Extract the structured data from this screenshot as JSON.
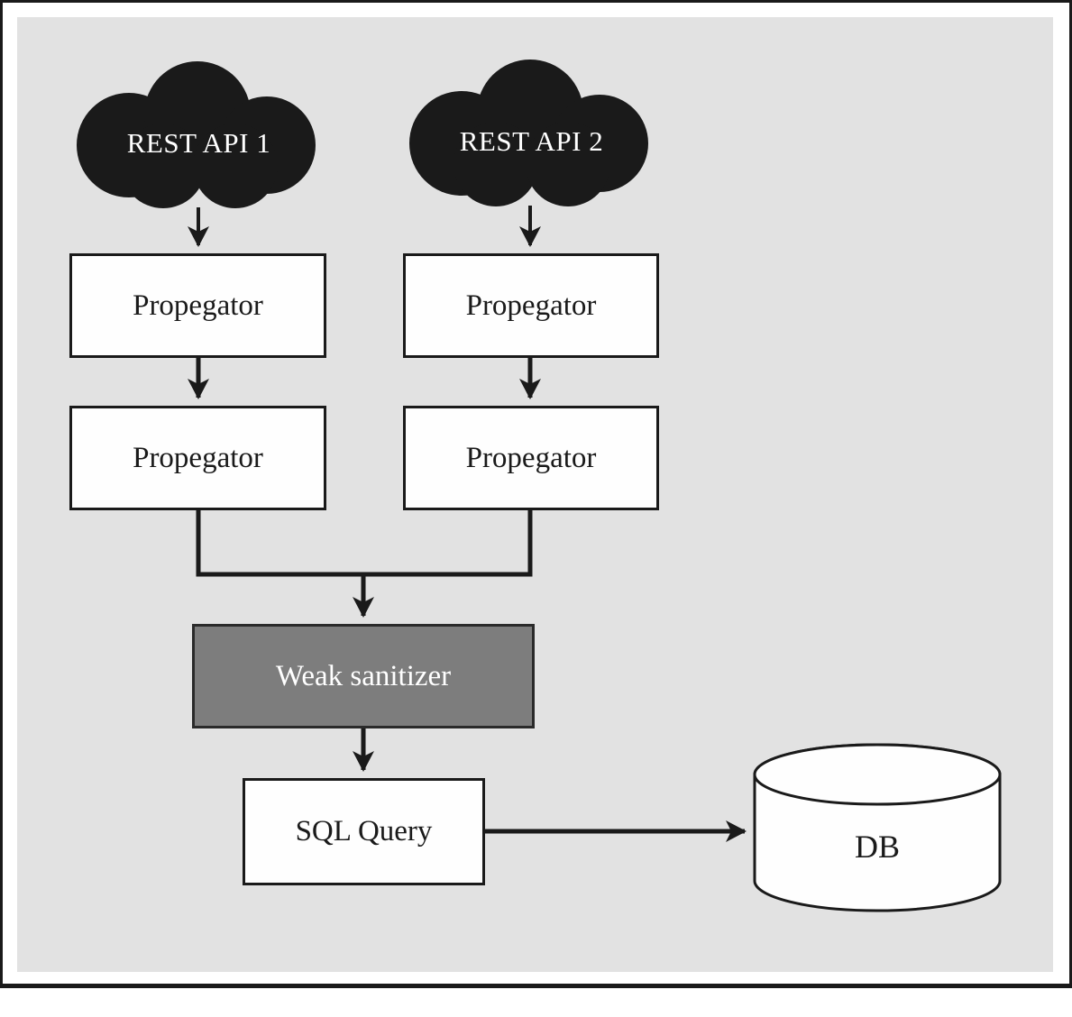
{
  "diagram": {
    "description": "Taint-flow diagram: two REST API sources propagate through propagator nodes into a weak sanitizer, producing a SQL query executed against a database",
    "colors": {
      "panel_background": "#e2e2e2",
      "frame_border": "#1a1a1a",
      "cloud_fill": "#1a1a1a",
      "box_fill": "#fefefe",
      "sanitizer_fill": "#7d7d7d",
      "line_color": "#1a1a1a",
      "text_dark": "#1a1a1a",
      "text_light": "#ffffff"
    },
    "nodes": {
      "rest_api_1": {
        "label": "REST API 1",
        "shape": "cloud"
      },
      "rest_api_2": {
        "label": "REST API 2",
        "shape": "cloud"
      },
      "propagator_left_1": {
        "label": "Propegator",
        "shape": "rectangle"
      },
      "propagator_left_2": {
        "label": "Propegator",
        "shape": "rectangle"
      },
      "propagator_right_1": {
        "label": "Propegator",
        "shape": "rectangle"
      },
      "propagator_right_2": {
        "label": "Propegator",
        "shape": "rectangle"
      },
      "weak_sanitizer": {
        "label": "Weak sanitizer",
        "shape": "rectangle"
      },
      "sql_query": {
        "label": "SQL Query",
        "shape": "rectangle"
      },
      "db": {
        "label": "DB",
        "shape": "cylinder"
      }
    },
    "edges": [
      {
        "from": "rest_api_1",
        "to": "propagator_left_1",
        "type": "arrow-down"
      },
      {
        "from": "rest_api_2",
        "to": "propagator_right_1",
        "type": "arrow-down"
      },
      {
        "from": "propagator_left_1",
        "to": "propagator_left_2",
        "type": "arrow-down"
      },
      {
        "from": "propagator_right_1",
        "to": "propagator_right_2",
        "type": "arrow-down"
      },
      {
        "from": "propagator_left_2",
        "to": "weak_sanitizer",
        "type": "merge-then-arrow-down"
      },
      {
        "from": "propagator_right_2",
        "to": "weak_sanitizer",
        "type": "merge-then-arrow-down"
      },
      {
        "from": "weak_sanitizer",
        "to": "sql_query",
        "type": "arrow-down"
      },
      {
        "from": "sql_query",
        "to": "db",
        "type": "arrow-right"
      }
    ]
  }
}
